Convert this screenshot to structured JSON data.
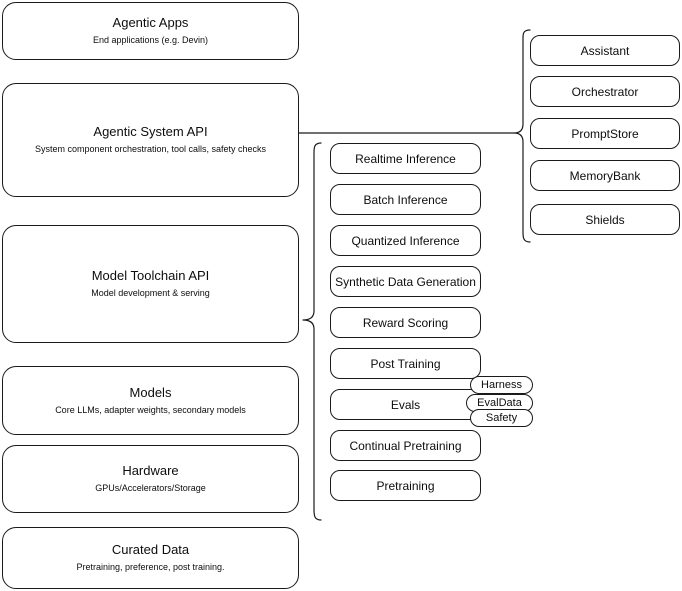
{
  "diagram": {
    "title": "AI stack layered architecture diagram",
    "stroke_color": "#1a1a1a",
    "background_color": "#ffffff"
  },
  "left_column": {
    "layers": [
      {
        "id": "agentic-apps",
        "title": "Agentic Apps",
        "subtitle": "End applications (e.g. Devin)"
      },
      {
        "id": "agentic-system-api",
        "title": "Agentic System API",
        "subtitle": "System component orchestration, tool calls, safety checks"
      },
      {
        "id": "model-toolchain-api",
        "title": "Model Toolchain API",
        "subtitle": "Model development & serving"
      },
      {
        "id": "models",
        "title": "Models",
        "subtitle": "Core LLMs, adapter weights, secondary models"
      },
      {
        "id": "hardware",
        "title": "Hardware",
        "subtitle": "GPUs/Accelerators/Storage"
      },
      {
        "id": "curated-data",
        "title": "Curated Data",
        "subtitle": "Pretraining, preference, post training."
      }
    ]
  },
  "middle_column": {
    "items": [
      {
        "id": "realtime-inference",
        "label": "Realtime Inference"
      },
      {
        "id": "batch-inference",
        "label": "Batch Inference"
      },
      {
        "id": "quantized-inference",
        "label": "Quantized Inference"
      },
      {
        "id": "synthetic-data-generation",
        "label": "Synthetic Data Generation"
      },
      {
        "id": "reward-scoring",
        "label": "Reward Scoring"
      },
      {
        "id": "post-training",
        "label": "Post Training"
      },
      {
        "id": "evals",
        "label": "Evals"
      },
      {
        "id": "continual-pretraining",
        "label": "Continual Pretraining"
      },
      {
        "id": "pretraining",
        "label": "Pretraining"
      }
    ]
  },
  "evals_subitems": {
    "items": [
      {
        "id": "harness",
        "label": "Harness"
      },
      {
        "id": "evaldata",
        "label": "EvalData"
      },
      {
        "id": "safety",
        "label": "Safety"
      }
    ]
  },
  "right_column": {
    "items": [
      {
        "id": "assistant",
        "label": "Assistant"
      },
      {
        "id": "orchestrator",
        "label": "Orchestrator"
      },
      {
        "id": "promptstore",
        "label": "PromptStore"
      },
      {
        "id": "memorybank",
        "label": "MemoryBank"
      },
      {
        "id": "shields",
        "label": "Shields"
      }
    ]
  }
}
